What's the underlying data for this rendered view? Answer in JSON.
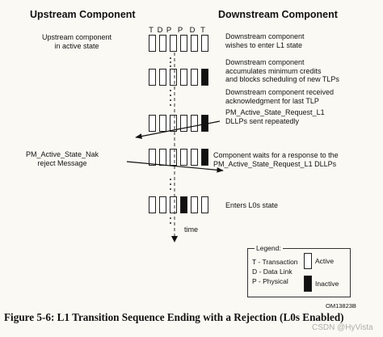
{
  "headers": {
    "upstream": "Upstream Component",
    "downstream": "Downstream Component"
  },
  "columns": [
    "T",
    "D",
    "P",
    "P",
    "D",
    "T"
  ],
  "upstream_notes": {
    "active_state": "Upstream component\nin active state",
    "nak": "PM_Active_State_Nak\nreject Message"
  },
  "downstream_notes": {
    "wishes": "Downstream component\nwishes to enter L1 state",
    "accumulates": "Downstream component\naccumulates minimum credits\nand blocks scheduling of new TLPs",
    "ack": "Downstream component received\nacknowledgment for last TLP",
    "dllps": "PM_Active_State_Request_L1\nDLLPs sent repeatedly",
    "waits": "Component waits for a response to the\nPM_Active_State_Request_L1 DLLPs",
    "l0s": "Enters L0s state"
  },
  "time_label": "time",
  "legend": {
    "title": "Legend:",
    "items": [
      "T - Transaction",
      "D - Data Link",
      "P - Physical"
    ],
    "active": "Active",
    "inactive": "Inactive"
  },
  "ref_code": "OM13823B",
  "caption": "Figure 5-6:  L1 Transition Sequence Ending with a Rejection (L0s Enabled)",
  "watermark": "CSDN @HyVista"
}
